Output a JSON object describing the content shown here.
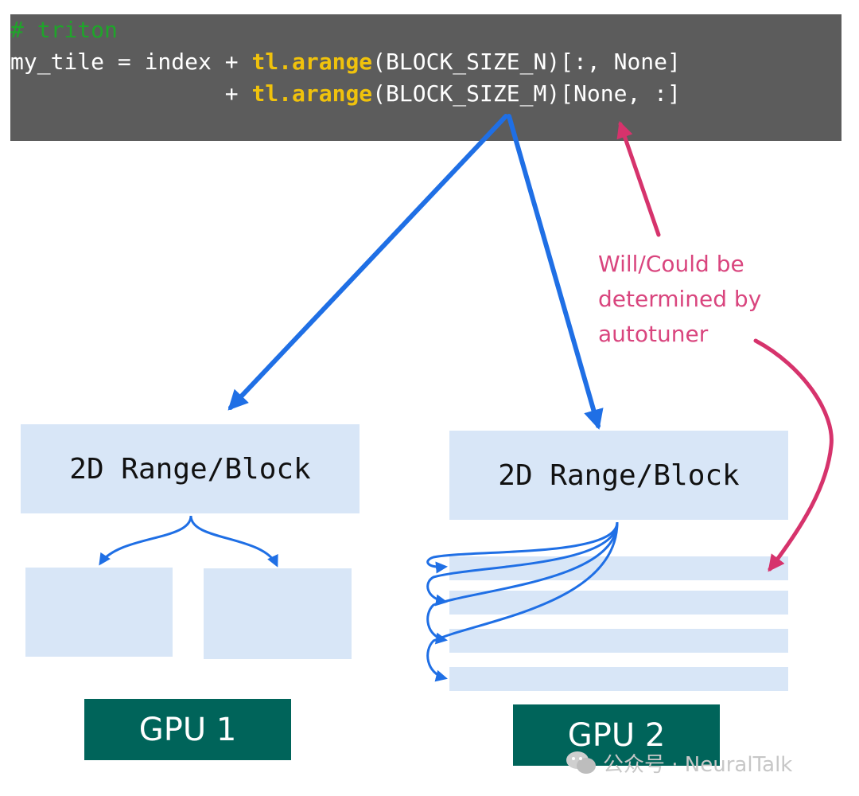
{
  "code": {
    "comment": "# triton",
    "line1_prefix": "my_tile = index + ",
    "line1_fn": "tl.arange",
    "line1_suffix": "(BLOCK_SIZE_N)[:, None]",
    "line2_prefix": "                + ",
    "line2_fn": "tl.arange",
    "line2_suffix": "(BLOCK_SIZE_M)[None, :]"
  },
  "left_block": {
    "label": "2D Range/Block"
  },
  "right_block": {
    "label": "2D Range/Block"
  },
  "annotation": {
    "line1": "Will/Could be",
    "line2": "determined by",
    "line3": "autotuner"
  },
  "gpu1": {
    "label": "GPU 1"
  },
  "gpu2": {
    "label": "GPU 2"
  },
  "watermark": {
    "text": "公众号 · NeuralTalk",
    "icon": "wechat-icon"
  },
  "colors": {
    "code_bg": "#5c5c5c",
    "code_comment": "#1fa52a",
    "code_keyword": "#f0c20c",
    "block_fill": "#d8e6f7",
    "gpu_fill": "#00645a",
    "arrow_blue": "#1f6fe5",
    "arrow_pink": "#d6336c",
    "note_text": "#d9457e"
  }
}
